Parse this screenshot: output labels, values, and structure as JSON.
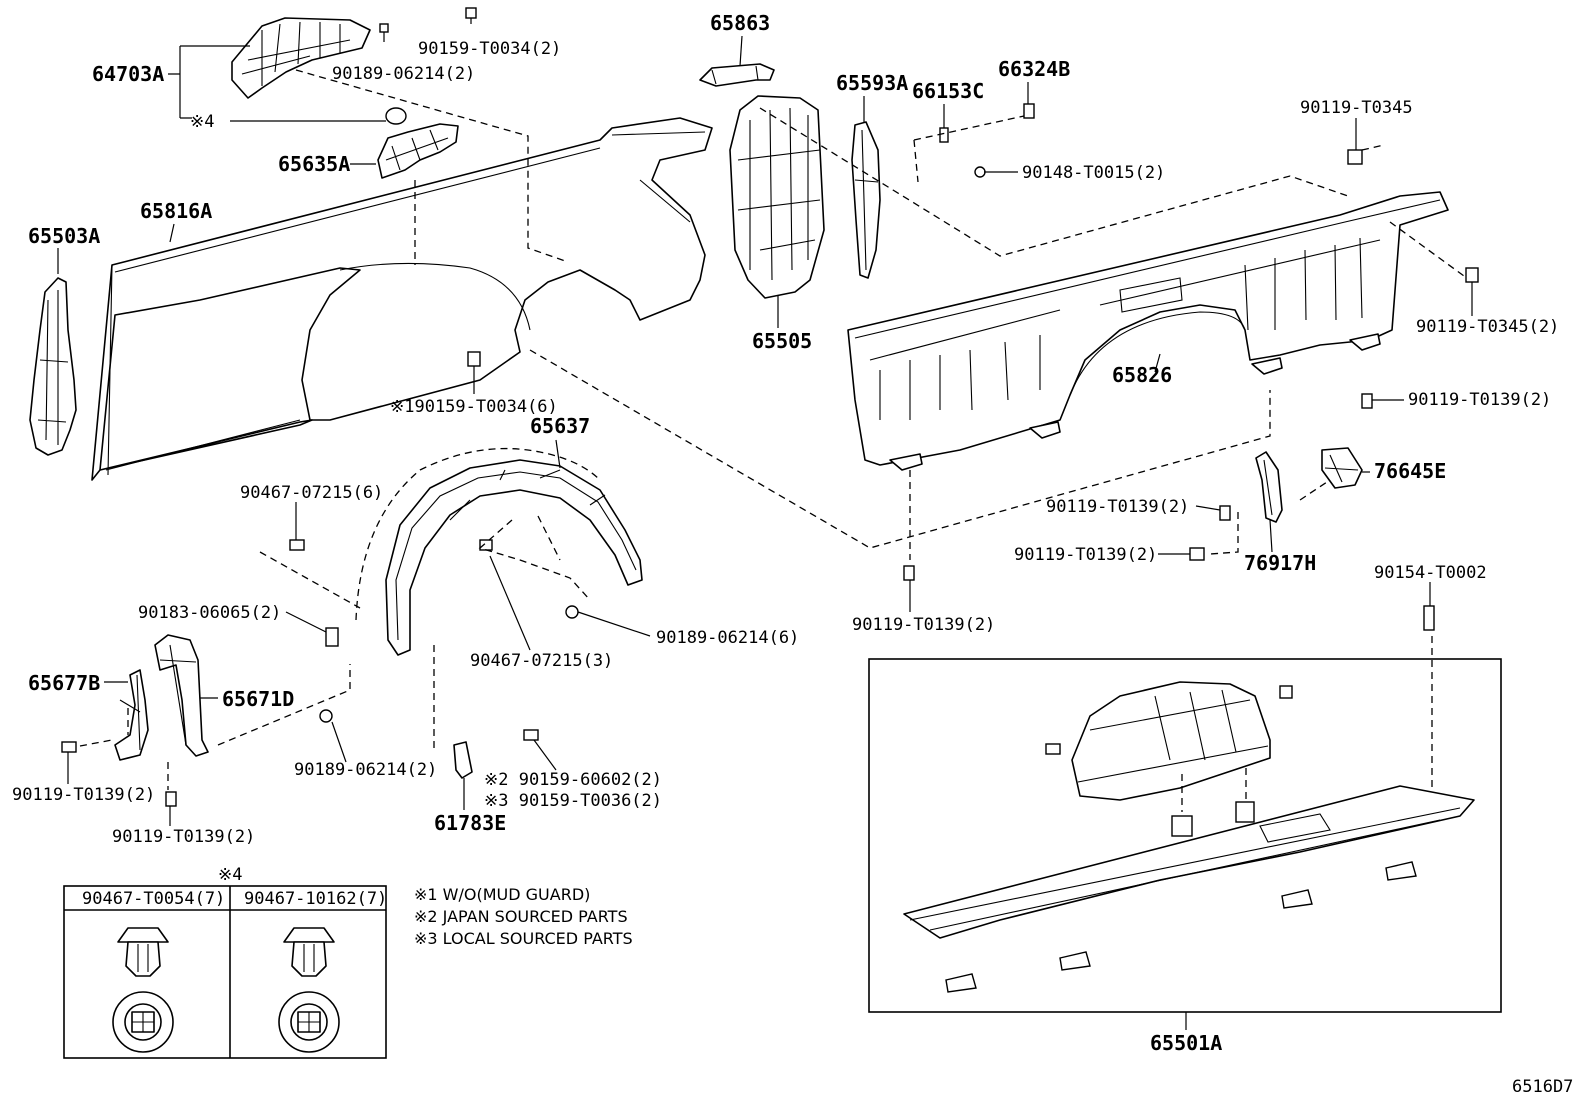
{
  "labels": {
    "p64703A": "64703A",
    "p90189_06214_2_top": "90189-06214(2)",
    "p90159_T0034_2": "90159-T0034(2)",
    "ref4_top": "※4",
    "p65635A": "65635A",
    "p65816A": "65816A",
    "p65503A": "65503A",
    "p65863": "65863",
    "p65593A": "65593A",
    "p66153C": "66153C",
    "p66324B": "66324B",
    "p90148_T0015_2": "90148-T0015(2)",
    "p90119_T0345": "90119-T0345",
    "p90119_T0345_2": "90119-T0345(2)",
    "p65505": "65505",
    "p65826": "65826",
    "p90119_T0139_2_right": "90119-T0139(2)",
    "p90159_T0034_6": "※190159-T0034(6)",
    "p65637": "65637",
    "p90467_07215_6": "90467-07215(6)",
    "p90467_07215_3": "90467-07215(3)",
    "p90189_06214_6": "90189-06214(6)",
    "p90183_06065_2": "90183-06065(2)",
    "p65677B": "65677B",
    "p65671D": "65671D",
    "p90119_T0139_2_a": "90119-T0139(2)",
    "p90119_T0139_2_b": "90119-T0139(2)",
    "p90189_06214_2_low": "90189-06214(2)",
    "p90159_60602_2": "※2 90159-60602(2)",
    "p90159_T0036_2": "※3 90159-T0036(2)",
    "p61783E": "61783E",
    "p76645E": "76645E",
    "p90119_T0139_2_c": "90119-T0139(2)",
    "p90119_T0139_2_d": "90119-T0139(2)",
    "p76917H": "76917H",
    "p90119_T0139_2_e": "90119-T0139(2)",
    "p90154_T0002": "90154-T0002",
    "p65501A": "65501A",
    "diagram_code": "6516D7"
  },
  "table4": {
    "title": "※4",
    "col1": "90467-T0054(7)",
    "col2": "90467-10162(7)"
  },
  "notes": {
    "n1": "※1 W/O(MUD GUARD)",
    "n2": "※2 JAPAN SOURCED PARTS",
    "n3": "※3 LOCAL SOURCED PARTS"
  }
}
